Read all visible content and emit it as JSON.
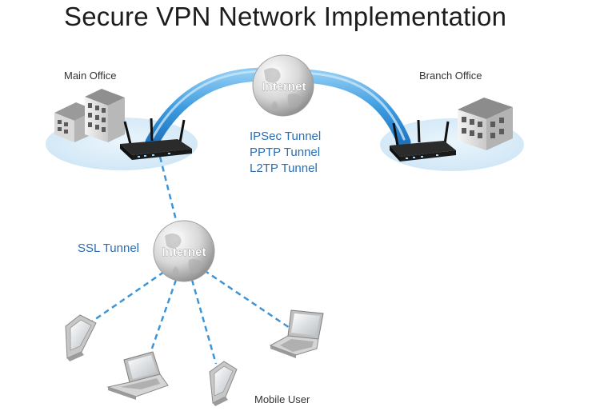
{
  "title": "Secure VPN Network Implementation",
  "sites": {
    "main_office": "Main Office",
    "branch_office": "Branch Office"
  },
  "globes": {
    "top": "Internet",
    "bottom": "Internet"
  },
  "tunnels": {
    "site_to_site": [
      "IPSec Tunnel",
      "PPTP Tunnel",
      "L2TP Tunnel"
    ],
    "remote": "SSL Tunnel"
  },
  "mobile_user": "Mobile User",
  "colors": {
    "tunnel_text": "#2a6db3",
    "tunnel_arc": "#3d9be0",
    "dashed_link": "#3b95d8",
    "site_ellipse": "#d8ecf8"
  }
}
